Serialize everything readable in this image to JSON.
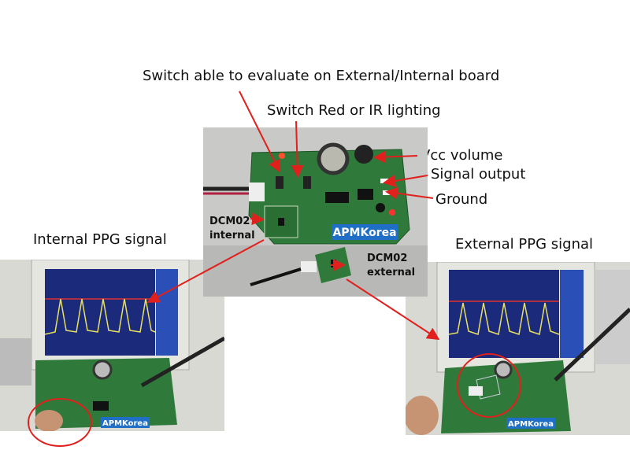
{
  "captions": {
    "switch_board": "Switch able to evaluate on External/Internal board",
    "switch_light": "Switch Red or IR lighting",
    "vcc": "Vcc volume",
    "signal_output": "Signal output",
    "ground": "Ground",
    "internal_ppg": "Internal PPG signal",
    "external_ppg": "External PPG signal"
  },
  "board": {
    "logo": "APMKorea",
    "sensor_internal": [
      "DCM02",
      "internal"
    ],
    "sensor_external": [
      "DCM02",
      "external"
    ]
  },
  "colors": {
    "annotation": "#e0201c",
    "pcb": "#2f7a3a",
    "scope_trace": "#e8e060",
    "scope_marker": "#e03030",
    "logo_bg": "#1f6fc6"
  },
  "icons": [
    "arrow-icon",
    "highlight-circle-icon"
  ]
}
